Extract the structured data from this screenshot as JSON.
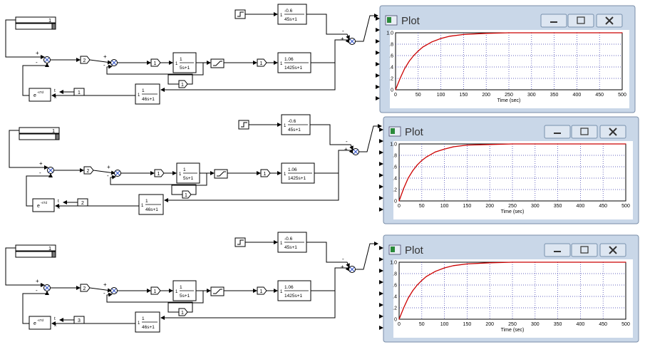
{
  "diagrams": [
    {
      "source_block": {
        "value": "1"
      },
      "step_gain": {
        "num": "-0.6",
        "den": "45s+1",
        "lead": "1"
      },
      "main_gain": {
        "num": "1.06",
        "den": "1425s+1",
        "lead": "1"
      },
      "inner_tf": {
        "num": "1",
        "den": "5s+1",
        "lead": "1"
      },
      "feedback_tf": {
        "num": "1",
        "den": "46s+1",
        "lead": "1"
      },
      "delay_block": {
        "label": "e",
        "superscript": "-sTd",
        "port_t": "t",
        "port_x": "x"
      },
      "delay_const": "1",
      "gain_marker_main": "2",
      "gain_marker_1": "1",
      "gain_marker_2": "1",
      "gain_marker_inner": "1",
      "sum_signs": {
        "outer_plus": "+",
        "outer_minus": "-",
        "inner_plus": "+",
        "inner_minus": "-",
        "out_minus": "-",
        "out_plus": "+"
      }
    },
    {
      "source_block": {
        "value": "1"
      },
      "step_gain": {
        "num": "-0.6",
        "den": "45s+1",
        "lead": "1"
      },
      "main_gain": {
        "num": "1.06",
        "den": "1425s+1",
        "lead": "1"
      },
      "inner_tf": {
        "num": "1",
        "den": "5s+1",
        "lead": "1"
      },
      "feedback_tf": {
        "num": "1",
        "den": "46s+1",
        "lead": "1"
      },
      "delay_block": {
        "label": "e",
        "superscript": "-sTd",
        "port_t": "t",
        "port_x": "x"
      },
      "delay_const": "2",
      "gain_marker_main": "2",
      "gain_marker_1": "1",
      "gain_marker_2": "1",
      "gain_marker_inner": "1",
      "sum_signs": {
        "outer_plus": "+",
        "outer_minus": "-",
        "inner_plus": "+",
        "inner_minus": "-",
        "out_minus": "-",
        "out_plus": "+"
      }
    },
    {
      "source_block": {
        "value": "1"
      },
      "step_gain": {
        "num": "-0.6",
        "den": "45s+1",
        "lead": "1"
      },
      "main_gain": {
        "num": "1.06",
        "den": "1425s+1",
        "lead": "1"
      },
      "inner_tf": {
        "num": "1",
        "den": "5s+1",
        "lead": "1"
      },
      "feedback_tf": {
        "num": "1",
        "den": "46s+1",
        "lead": "1"
      },
      "delay_block": {
        "label": "e",
        "superscript": "-sTd",
        "port_t": "t",
        "port_x": "x"
      },
      "delay_const": "3",
      "gain_marker_main": "2",
      "gain_marker_1": "1",
      "gain_marker_2": "1",
      "gain_marker_inner": "1",
      "sum_signs": {
        "outer_plus": "+",
        "outer_minus": "-",
        "inner_plus": "+",
        "inner_minus": "-",
        "out_minus": "-",
        "out_plus": "+"
      }
    }
  ],
  "plot_windows": [
    {
      "title": "Plot",
      "minimize_icon": "minimize-icon",
      "maximize_icon": "maximize-icon",
      "close_icon": "close-icon"
    },
    {
      "title": "Plot",
      "minimize_icon": "minimize-icon",
      "maximize_icon": "maximize-icon",
      "close_icon": "close-icon"
    },
    {
      "title": "Plot",
      "minimize_icon": "minimize-icon",
      "maximize_icon": "maximize-icon",
      "close_icon": "close-icon"
    }
  ],
  "chart_data": [
    {
      "type": "line",
      "xlabel": "Time (sec)",
      "ylabel": "",
      "xlim": [
        0,
        500
      ],
      "ylim": [
        0,
        1.0
      ],
      "x_ticks": [
        "0",
        "50",
        "100",
        "150",
        "200",
        "250",
        "300",
        "350",
        "400",
        "450",
        "500"
      ],
      "y_ticks": [
        "0",
        ".2",
        ".4",
        ".6",
        ".8",
        "1.0"
      ],
      "grid": true,
      "series": [
        {
          "x": [
            0,
            10,
            20,
            30,
            40,
            50,
            60,
            80,
            100,
            120,
            150,
            200,
            250,
            300,
            350,
            400,
            450,
            500
          ],
          "values": [
            0,
            0.2,
            0.37,
            0.5,
            0.6,
            0.68,
            0.75,
            0.84,
            0.9,
            0.94,
            0.97,
            0.99,
            1.0,
            1.0,
            1.0,
            1.0,
            1.0,
            1.0
          ],
          "color": "#cc0000"
        }
      ]
    },
    {
      "type": "line",
      "xlabel": "Time (sec)",
      "ylabel": "",
      "xlim": [
        0,
        500
      ],
      "ylim": [
        0,
        1.0
      ],
      "x_ticks": [
        "0",
        "50",
        "100",
        "150",
        "200",
        "250",
        "300",
        "350",
        "400",
        "450",
        "500"
      ],
      "y_ticks": [
        "0",
        ".2",
        ".4",
        ".6",
        ".8",
        "1.0"
      ],
      "grid": true,
      "series": [
        {
          "x": [
            0,
            10,
            20,
            30,
            40,
            50,
            60,
            80,
            100,
            120,
            150,
            200,
            250,
            300,
            350,
            400,
            450,
            500
          ],
          "values": [
            0,
            0.22,
            0.4,
            0.53,
            0.63,
            0.71,
            0.77,
            0.86,
            0.91,
            0.95,
            0.98,
            0.99,
            1.0,
            1.0,
            1.0,
            1.0,
            1.0,
            1.0
          ],
          "color": "#cc0000"
        }
      ]
    },
    {
      "type": "line",
      "xlabel": "Time (sec)",
      "ylabel": "",
      "xlim": [
        0,
        500
      ],
      "ylim": [
        0,
        1.0
      ],
      "x_ticks": [
        "0",
        "50",
        "100",
        "150",
        "200",
        "250",
        "300",
        "350",
        "400",
        "450",
        "500"
      ],
      "y_ticks": [
        "0",
        ".2",
        ".4",
        ".6",
        ".8",
        "1.0"
      ],
      "grid": true,
      "series": [
        {
          "x": [
            0,
            10,
            20,
            30,
            40,
            50,
            60,
            80,
            100,
            120,
            150,
            200,
            250,
            300,
            350,
            400,
            450,
            500
          ],
          "values": [
            0,
            0.2,
            0.37,
            0.5,
            0.6,
            0.68,
            0.75,
            0.84,
            0.9,
            0.94,
            0.97,
            0.99,
            1.0,
            1.0,
            1.0,
            1.0,
            1.0,
            1.0
          ],
          "color": "#cc0000"
        }
      ]
    }
  ]
}
